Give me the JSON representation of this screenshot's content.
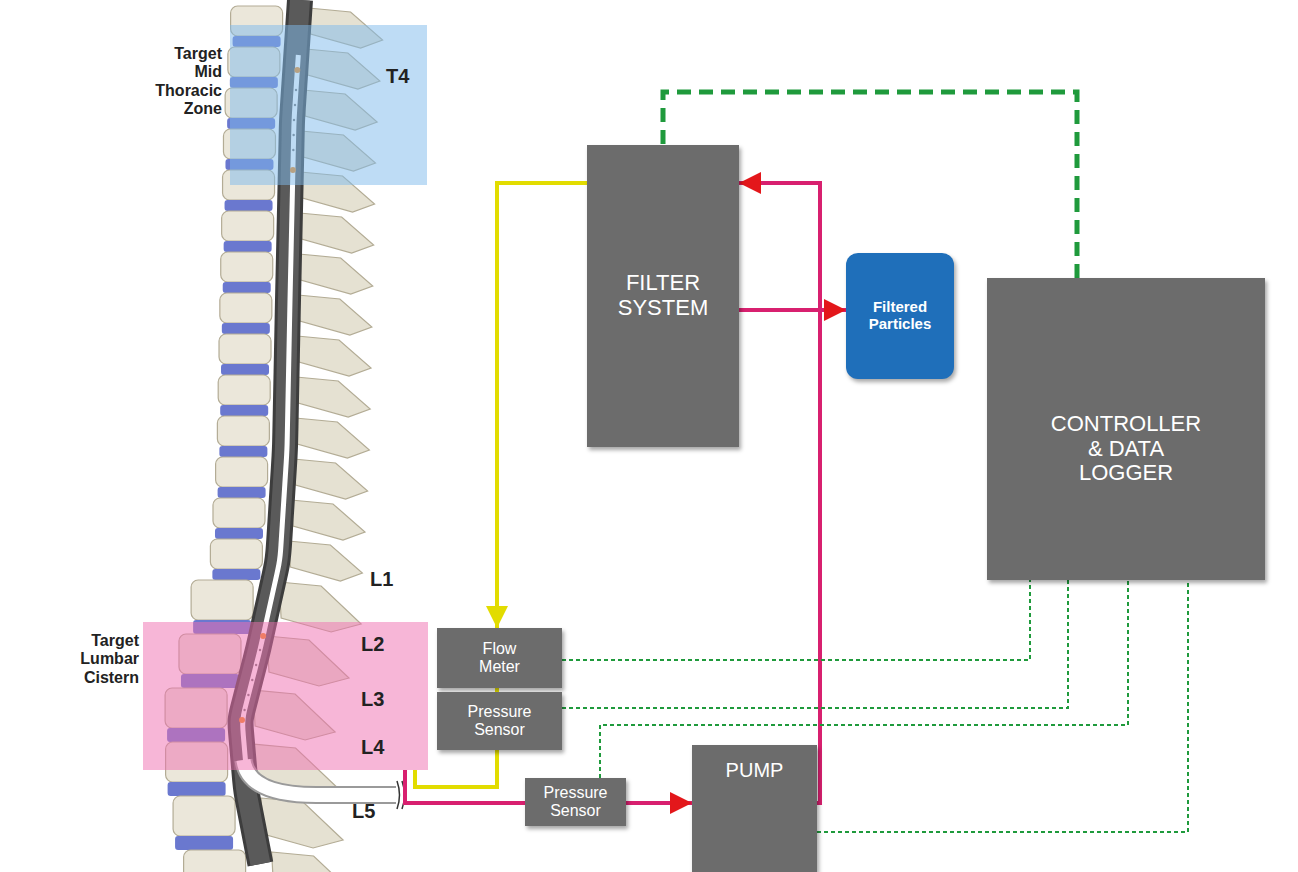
{
  "diagram": {
    "nodes": [
      {
        "text": [
          "Target Mid Thoracic Zone",
          "T4"
        ]
      },
      {
        "text": [
          "FILTER SYSTEM"
        ]
      },
      {
        "text": [
          "Filtered Particles"
        ]
      },
      {
        "text": [
          "CONTROLLER & DATA LOGGER"
        ]
      },
      {
        "text": [
          "Target Lumbar Cistern",
          "L2",
          "L3",
          "L4"
        ]
      },
      {
        "text": [
          "Flow Meter"
        ]
      },
      {
        "text": [
          "Pressure Sensor"
        ]
      },
      {
        "text": [
          "Pressure Sensor"
        ]
      },
      {
        "text": [
          "PUMP"
        ]
      }
    ],
    "edges": [
      {
        "from": 1,
        "to": 5,
        "arrow": "to"
      },
      {
        "from": 5,
        "to": 6,
        "arrow": "none"
      },
      {
        "from": 6,
        "to": 4,
        "arrow": "none"
      },
      {
        "from": 4,
        "to": 7,
        "arrow": "none"
      },
      {
        "from": 7,
        "to": 8,
        "arrow": "to"
      },
      {
        "from": 8,
        "to": 1,
        "arrow": "to"
      },
      {
        "from": 1,
        "to": 2,
        "arrow": "to"
      },
      {
        "from": 3,
        "to": 1,
        "arrow": "none"
      },
      {
        "from": 5,
        "to": 3,
        "arrow": "none"
      },
      {
        "from": 6,
        "to": 3,
        "arrow": "none"
      },
      {
        "from": 7,
        "to": 3,
        "arrow": "none"
      },
      {
        "from": 8,
        "to": 3,
        "arrow": "none"
      }
    ],
    "labels": [
      "L1",
      "L5"
    ]
  }
}
